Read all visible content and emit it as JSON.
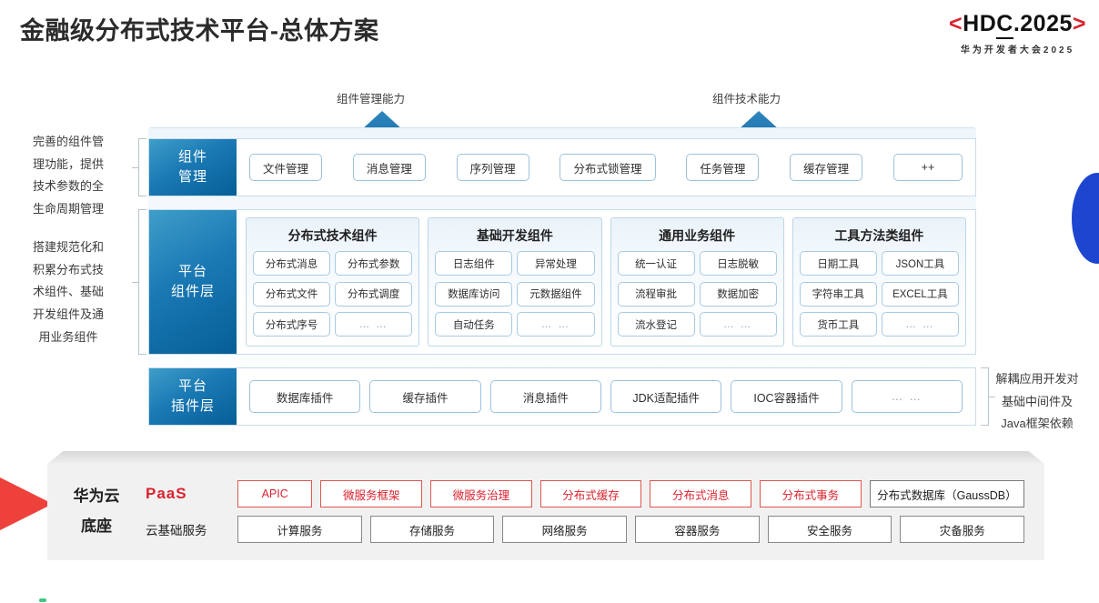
{
  "header": {
    "title": "金融级分布式技术平台-总体方案",
    "logo_angle_left": "<",
    "logo_text_h": "HD",
    "logo_text_c": "C",
    "logo_text_rest": ".2025",
    "logo_angle_right": ">",
    "logo_subtitle": "华为开发者大会2025"
  },
  "arrows": {
    "left_label": "组件管理能力",
    "right_label": "组件技术能力"
  },
  "side_notes": {
    "left_top": "完善的组件管理功能，提供技术参数的全生命周期管理",
    "left_top_lines": [
      "完善的组件管",
      "理功能，提供",
      "技术参数的全",
      "生命周期管理"
    ],
    "left_bottom_lines": [
      "搭建规范化和",
      "积累分布式技",
      "术组件、基础",
      "开发组件及通",
      "用业务组件"
    ],
    "right_lines": [
      "解耦应用开发对",
      "基础中间件及",
      "Java框架依赖"
    ]
  },
  "layers": {
    "management": {
      "tab_lines": [
        "组件",
        "管理"
      ],
      "chips": [
        "文件管理",
        "消息管理",
        "序列管理",
        "分布式锁管理",
        "任务管理",
        "缓存管理",
        "++"
      ]
    },
    "component": {
      "tab_lines": [
        "平台",
        "组件层"
      ],
      "groups": [
        {
          "title": "分布式技术组件",
          "items": [
            "分布式消息",
            "分布式参数",
            "分布式文件",
            "分布式调度",
            "分布式序号",
            "… …"
          ]
        },
        {
          "title": "基础开发组件",
          "items": [
            "日志组件",
            "异常处理",
            "数据库访问",
            "元数据组件",
            "自动任务",
            "… …"
          ]
        },
        {
          "title": "通用业务组件",
          "items": [
            "统一认证",
            "日志脱敏",
            "流程审批",
            "数据加密",
            "流水登记",
            "… …"
          ]
        },
        {
          "title": "工具方法类组件",
          "items": [
            "日期工具",
            "JSON工具",
            "字符串工具",
            "EXCEL工具",
            "货币工具",
            "… …"
          ]
        }
      ]
    },
    "plugin": {
      "tab_lines": [
        "平台",
        "插件层"
      ],
      "chips": [
        "数据库插件",
        "缓存插件",
        "消息插件",
        "JDK适配插件",
        "IOC容器插件",
        "… …"
      ]
    }
  },
  "cloud": {
    "label_lines": [
      "华为云",
      "底座"
    ],
    "paas_label": "PaaS",
    "base_label": "云基础服务",
    "paas_items": [
      {
        "text": "APIC",
        "style": "red",
        "flex": 7
      },
      {
        "text": "微服务框架",
        "style": "red",
        "flex": 10
      },
      {
        "text": "微服务治理",
        "style": "red",
        "flex": 10
      },
      {
        "text": "分布式缓存",
        "style": "red",
        "flex": 10
      },
      {
        "text": "分布式消息",
        "style": "red",
        "flex": 10
      },
      {
        "text": "分布式事务",
        "style": "red",
        "flex": 10
      },
      {
        "text": "分布式数据库（GaussDB）",
        "style": "gray",
        "flex": 16
      }
    ],
    "base_items": [
      "计算服务",
      "存储服务",
      "网络服务",
      "容器服务",
      "安全服务",
      "灾备服务"
    ]
  },
  "colors": {
    "brand_red": "#d9232e",
    "brand_blue": "#1a79b4",
    "blob_blue": "#1d45cf",
    "panel_gray": "#f1f1f1"
  }
}
